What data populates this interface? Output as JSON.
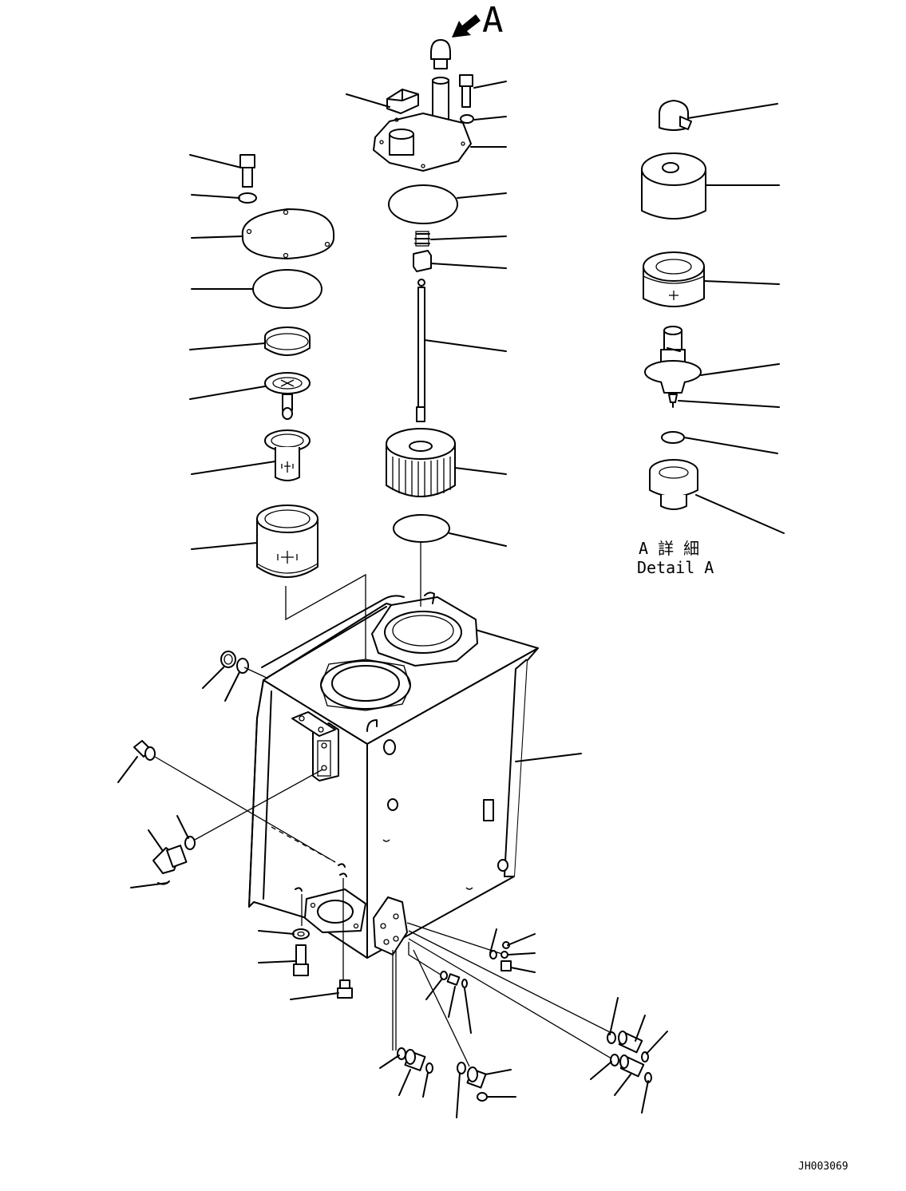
{
  "view_label": "A",
  "detail_label_jp": "A 詳 細",
  "detail_label_en": "Detail A",
  "drawing_number": "JH003069"
}
